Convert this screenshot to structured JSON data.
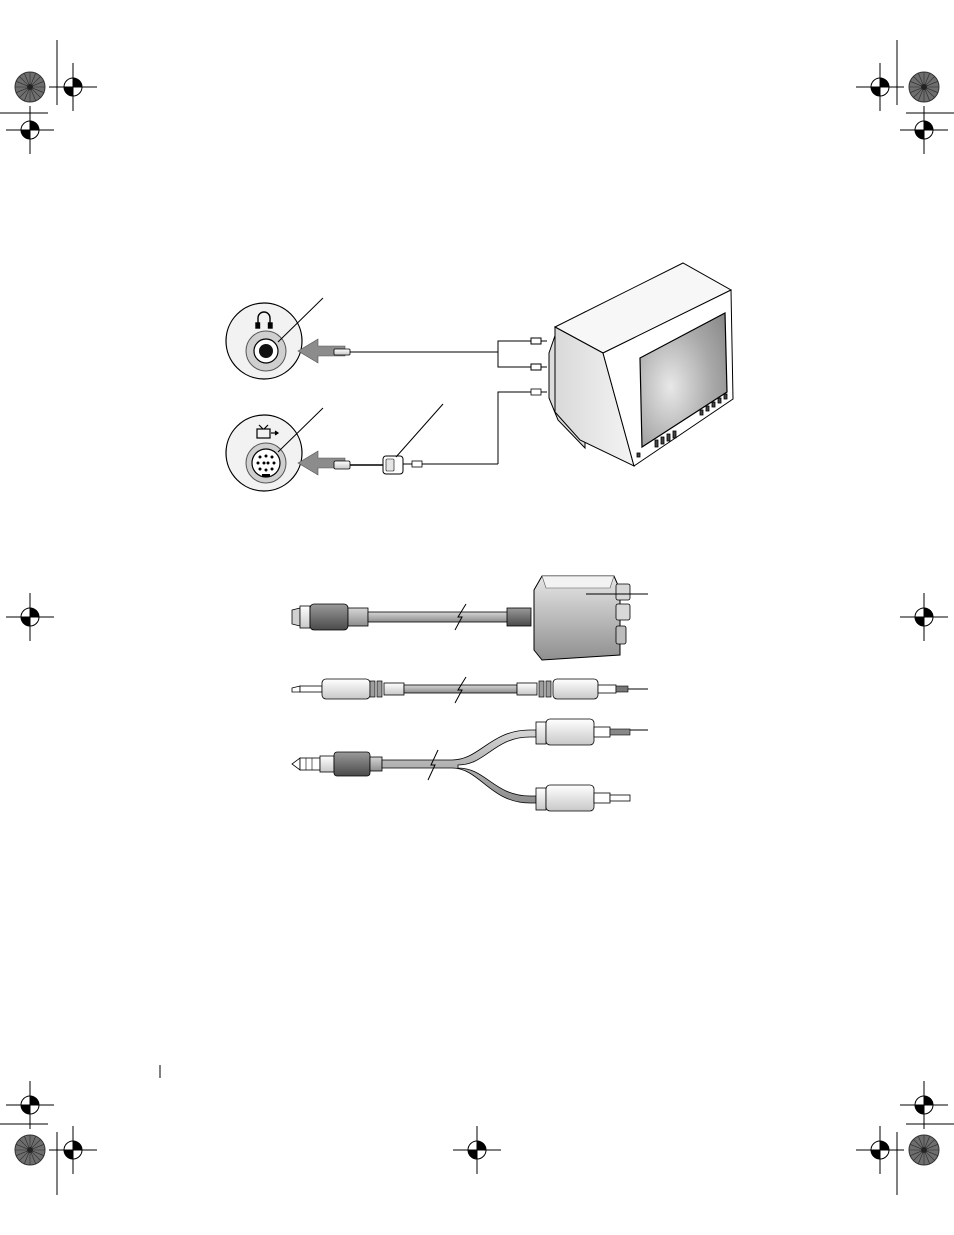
{
  "page": {
    "background": "#ffffff",
    "ink": "#000000"
  },
  "icons": {
    "headphone_port": "headphone-icon",
    "tv_out_port": "tv-out-icon"
  },
  "diagram": {
    "connection_figure": {
      "ports": [
        "headphone-connector",
        "s-video-tv-out-connector"
      ],
      "device": "television",
      "adapter": "s-video-to-composite-adapter"
    },
    "cable_figure": {
      "cables": [
        "s-video-adapter-cable",
        "composite-video-cable",
        "stereo-audio-cable"
      ]
    }
  }
}
